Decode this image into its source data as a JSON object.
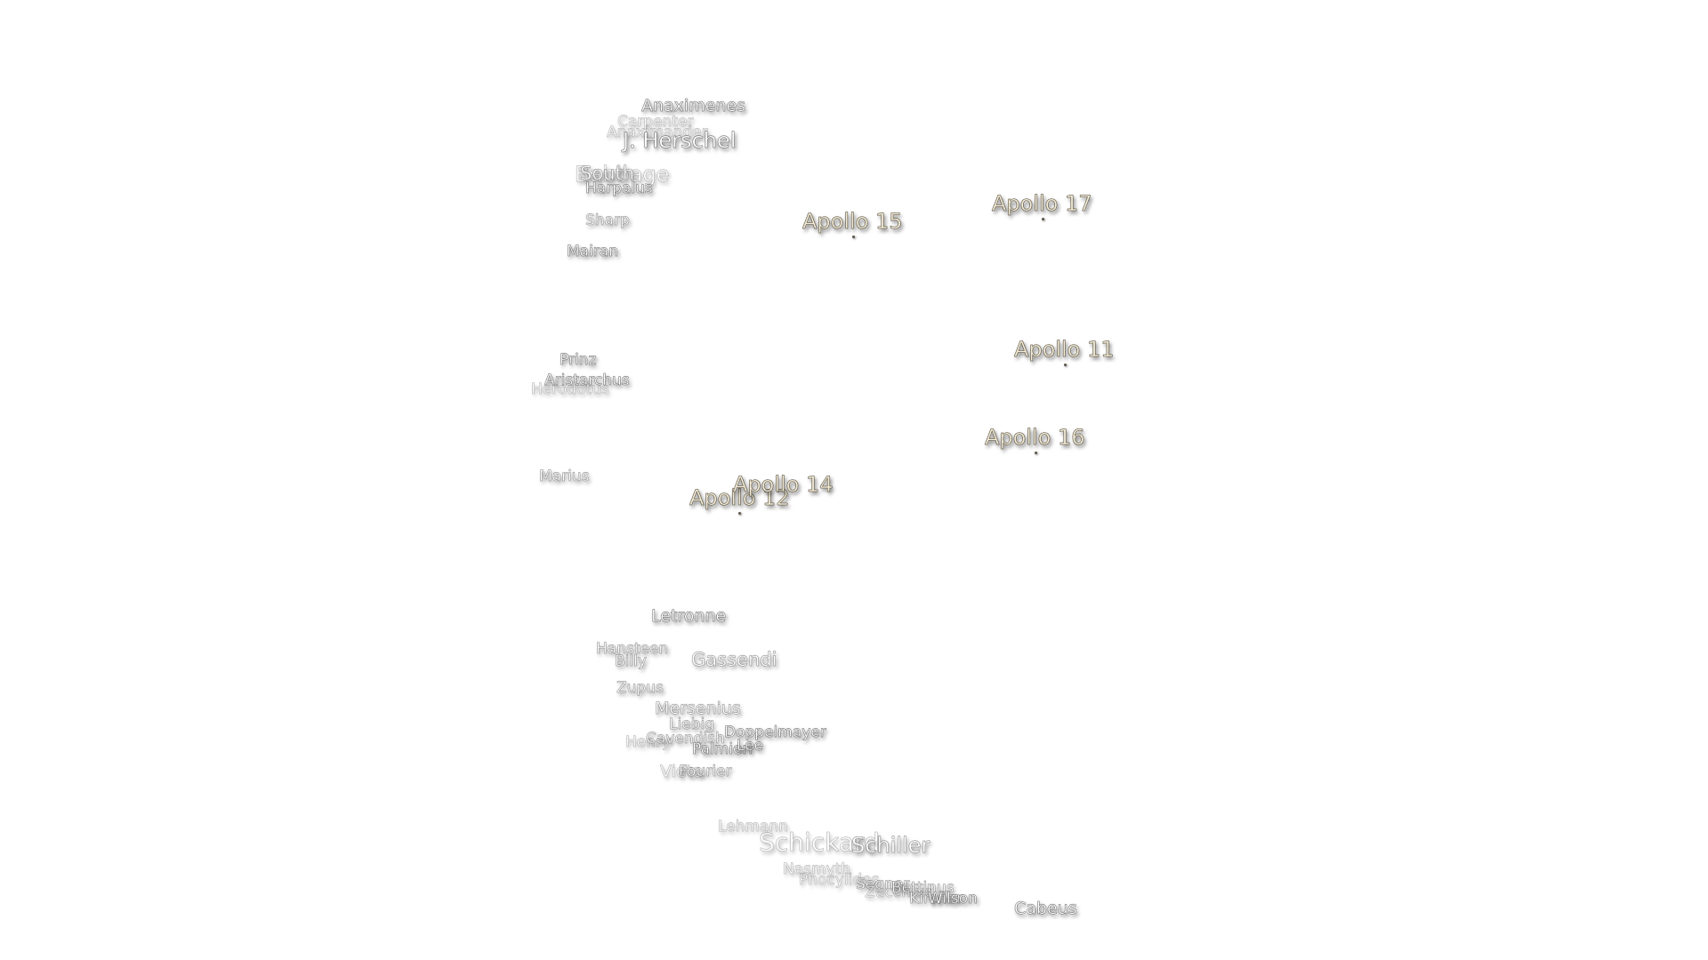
{
  "map": {
    "features": [
      {
        "id": "anaximenes",
        "name": "Anaximenes"
      },
      {
        "id": "carpenter",
        "name": "Carpenter"
      },
      {
        "id": "anaximander",
        "name": "Anaximander"
      },
      {
        "id": "j-herschel",
        "name": "J. Herschel"
      },
      {
        "id": "south",
        "name": "South"
      },
      {
        "id": "babbage",
        "name": "Babbage"
      },
      {
        "id": "harpalus",
        "name": "Harpalus"
      },
      {
        "id": "sharp",
        "name": "Sharp"
      },
      {
        "id": "mairan",
        "name": "Mairan"
      },
      {
        "id": "prinz",
        "name": "Prinz"
      },
      {
        "id": "aristarchus",
        "name": "Aristarchus"
      },
      {
        "id": "herodotus",
        "name": "Herodotus"
      },
      {
        "id": "marius",
        "name": "Marius"
      },
      {
        "id": "letronne",
        "name": "Letronne"
      },
      {
        "id": "hansteen",
        "name": "Hansteen"
      },
      {
        "id": "billy",
        "name": "Billy"
      },
      {
        "id": "gassendi",
        "name": "Gassendi"
      },
      {
        "id": "zupus",
        "name": "Zupus"
      },
      {
        "id": "mersenius",
        "name": "Mersenius"
      },
      {
        "id": "liebig",
        "name": "Liebig"
      },
      {
        "id": "doppelmayer",
        "name": "Doppelmayer"
      },
      {
        "id": "cavendish",
        "name": "Cavendish"
      },
      {
        "id": "henry",
        "name": "Henry"
      },
      {
        "id": "palmieri",
        "name": "Palmieri"
      },
      {
        "id": "lee",
        "name": "Lee"
      },
      {
        "id": "vieta",
        "name": "Vieta"
      },
      {
        "id": "fourier",
        "name": "Fourier"
      },
      {
        "id": "lehmann",
        "name": "Lehmann"
      },
      {
        "id": "schickard",
        "name": "Schickard"
      },
      {
        "id": "schiller",
        "name": "Schiller"
      },
      {
        "id": "nasmyth",
        "name": "Nasmyth"
      },
      {
        "id": "phocylides",
        "name": "Phocylides"
      },
      {
        "id": "segner",
        "name": "Segner"
      },
      {
        "id": "zucchius",
        "name": "Zucchius"
      },
      {
        "id": "bettinus",
        "name": "Bettinus"
      },
      {
        "id": "kircher",
        "name": "Kircher"
      },
      {
        "id": "wilson",
        "name": "Wilson"
      },
      {
        "id": "cabeus",
        "name": "Cabeus"
      }
    ],
    "landing_sites": [
      {
        "id": "apollo-15",
        "name": "Apollo 15"
      },
      {
        "id": "apollo-17",
        "name": "Apollo 17"
      },
      {
        "id": "apollo-11",
        "name": "Apollo 11"
      },
      {
        "id": "apollo-16",
        "name": "Apollo 16"
      },
      {
        "id": "apollo-14",
        "name": "Apollo 14"
      },
      {
        "id": "apollo-12",
        "name": "Apollo 12"
      }
    ],
    "colors": {
      "background": "#ffffff",
      "label_fill": "#ffffff",
      "apollo_fill": "#f3ecd6",
      "marker": "#5b5346"
    }
  }
}
